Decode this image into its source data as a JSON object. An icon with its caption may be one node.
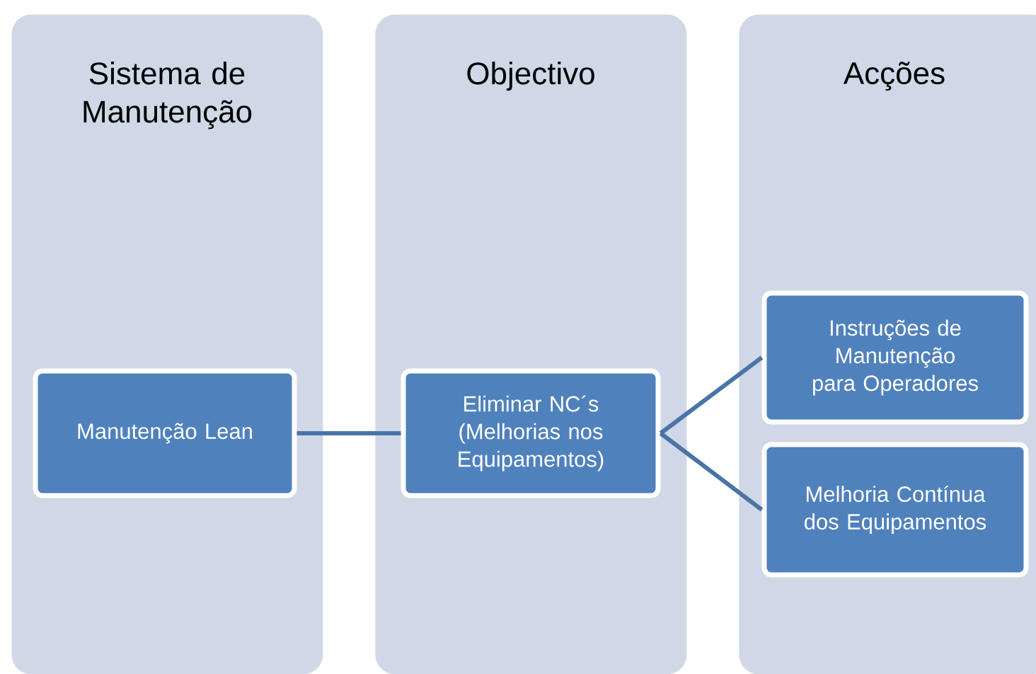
{
  "diagram": {
    "nodes": [
      {
        "text": [
          "Sistema de Manutenção"
        ]
      },
      {
        "text": [
          "Manutenção Lean"
        ],
        "in": 0
      },
      {
        "text": [
          "Objectivo"
        ]
      },
      {
        "text": [
          "Eliminar NC´s (Melhorias nos Equipamentos)"
        ],
        "in": 2
      },
      {
        "text": [
          "Acções"
        ]
      },
      {
        "text": [
          "Instruções de Manutenção para Operadores"
        ],
        "in": 4
      },
      {
        "text": [
          "Melhoria Contínua dos Equipamentos"
        ],
        "in": 4
      }
    ],
    "edges": [
      {
        "from": 1,
        "to": 3,
        "arrow": "none"
      },
      {
        "from": 3,
        "to": 5,
        "arrow": "none"
      },
      {
        "from": 3,
        "to": 6,
        "arrow": "none"
      }
    ]
  }
}
